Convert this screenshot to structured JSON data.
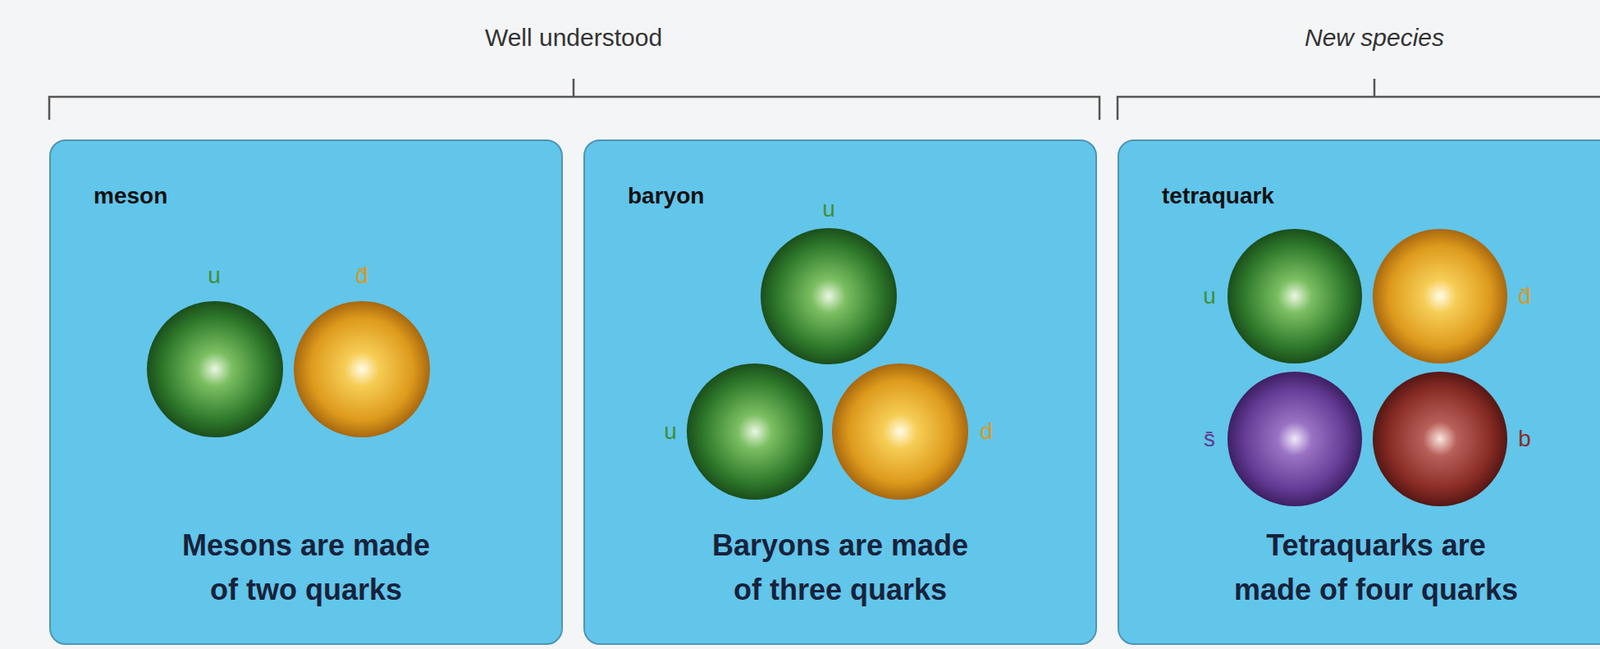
{
  "diagram": {
    "nodes": [
      {
        "text": [
          "meson",
          "Mesons are made of two quarks"
        ]
      },
      {
        "text": [
          "baryon",
          "Baryons are made of three quarks"
        ]
      },
      {
        "text": [
          "tetraquark",
          "Tetraquarks are made of four quarks"
        ]
      }
    ],
    "labels": [
      "Well understood",
      "New species",
      "u",
      "d̄",
      "u",
      "u",
      "d",
      "u",
      "d̄",
      "s̄",
      "b"
    ]
  }
}
